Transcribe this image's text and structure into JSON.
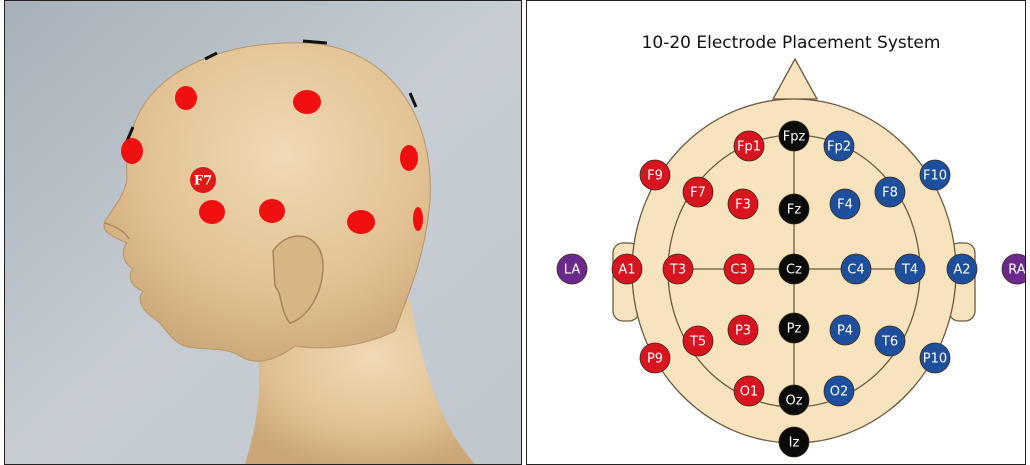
{
  "photo": {
    "marked_electrode_label": "F7"
  },
  "diagram": {
    "title": "10-20 Electrode Placement System",
    "colors": {
      "head_fill": "#f7e3bd",
      "head_stroke": "#6b5a3e",
      "left": "#d7141f",
      "right": "#1d4f9c",
      "midline": "#0a0a0a",
      "reference": "#6a2a8c"
    },
    "electrodes": [
      {
        "id": "Fpz",
        "group": "midline"
      },
      {
        "id": "Fz",
        "group": "midline"
      },
      {
        "id": "Cz",
        "group": "midline"
      },
      {
        "id": "Pz",
        "group": "midline"
      },
      {
        "id": "Oz",
        "group": "midline"
      },
      {
        "id": "Iz",
        "group": "midline"
      },
      {
        "id": "Fp1",
        "group": "left"
      },
      {
        "id": "F9",
        "group": "left"
      },
      {
        "id": "F7",
        "group": "left"
      },
      {
        "id": "F3",
        "group": "left"
      },
      {
        "id": "A1",
        "group": "left"
      },
      {
        "id": "T3",
        "group": "left"
      },
      {
        "id": "C3",
        "group": "left"
      },
      {
        "id": "P3",
        "group": "left"
      },
      {
        "id": "T5",
        "group": "left"
      },
      {
        "id": "P9",
        "group": "left"
      },
      {
        "id": "O1",
        "group": "left"
      },
      {
        "id": "Fp2",
        "group": "right"
      },
      {
        "id": "F10",
        "group": "right"
      },
      {
        "id": "F8",
        "group": "right"
      },
      {
        "id": "F4",
        "group": "right"
      },
      {
        "id": "C4",
        "group": "right"
      },
      {
        "id": "T4",
        "group": "right"
      },
      {
        "id": "A2",
        "group": "right"
      },
      {
        "id": "P4",
        "group": "right"
      },
      {
        "id": "T6",
        "group": "right"
      },
      {
        "id": "P10",
        "group": "right"
      },
      {
        "id": "O2",
        "group": "right"
      },
      {
        "id": "LA",
        "group": "reference"
      },
      {
        "id": "RA",
        "group": "reference"
      }
    ]
  }
}
